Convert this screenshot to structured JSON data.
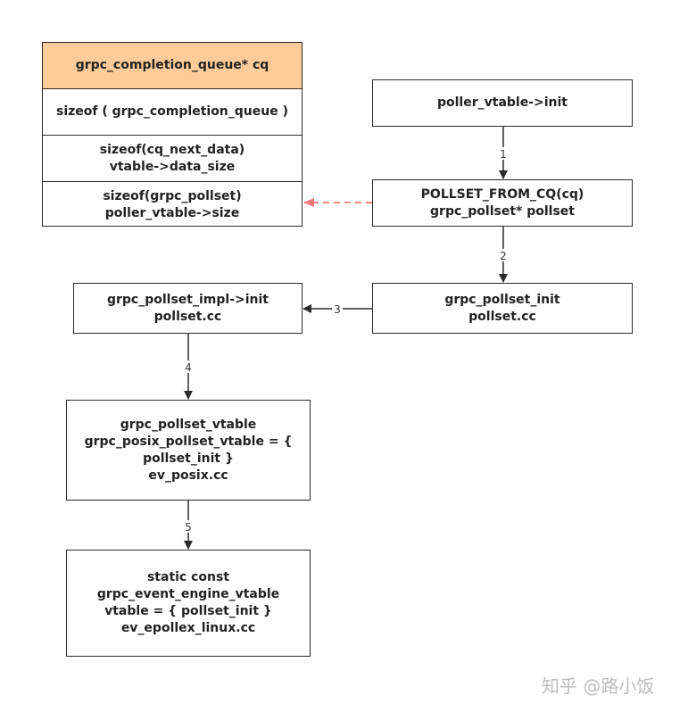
{
  "struct": {
    "header": "grpc_completion_queue* cq",
    "rows": [
      [
        "sizeof ( grpc_completion_queue )"
      ],
      [
        "sizeof(cq_next_data)",
        "vtable->data_size"
      ],
      [
        "sizeof(grpc_pollset)",
        "poller_vtable->size"
      ]
    ]
  },
  "nodes": {
    "init": [
      "poller_vtable->init"
    ],
    "from_cq": [
      "POLLSET_FROM_CQ(cq)",
      "grpc_pollset* pollset"
    ],
    "pollset_init": [
      "grpc_pollset_init",
      "pollset.cc"
    ],
    "impl_init": [
      "grpc_pollset_impl->init",
      "pollset.cc"
    ],
    "vtable": [
      "grpc_pollset_vtable",
      "grpc_posix_pollset_vtable = {",
      "pollset_init }",
      "ev_posix.cc"
    ],
    "engine": [
      "static const",
      "grpc_event_engine_vtable",
      "vtable = { pollset_init }",
      "ev_epollex_linux.cc"
    ]
  },
  "edges": [
    {
      "label": "1"
    },
    {
      "label": "2"
    },
    {
      "label": "3"
    },
    {
      "label": "4"
    },
    {
      "label": "5"
    },
    {
      "label": "",
      "style": "dashed"
    }
  ],
  "colors": {
    "header_fill": "#ffcc99",
    "line": "#2b2b2b",
    "dashed_arrow": "#f07878"
  },
  "watermark": "知乎 @路小饭"
}
